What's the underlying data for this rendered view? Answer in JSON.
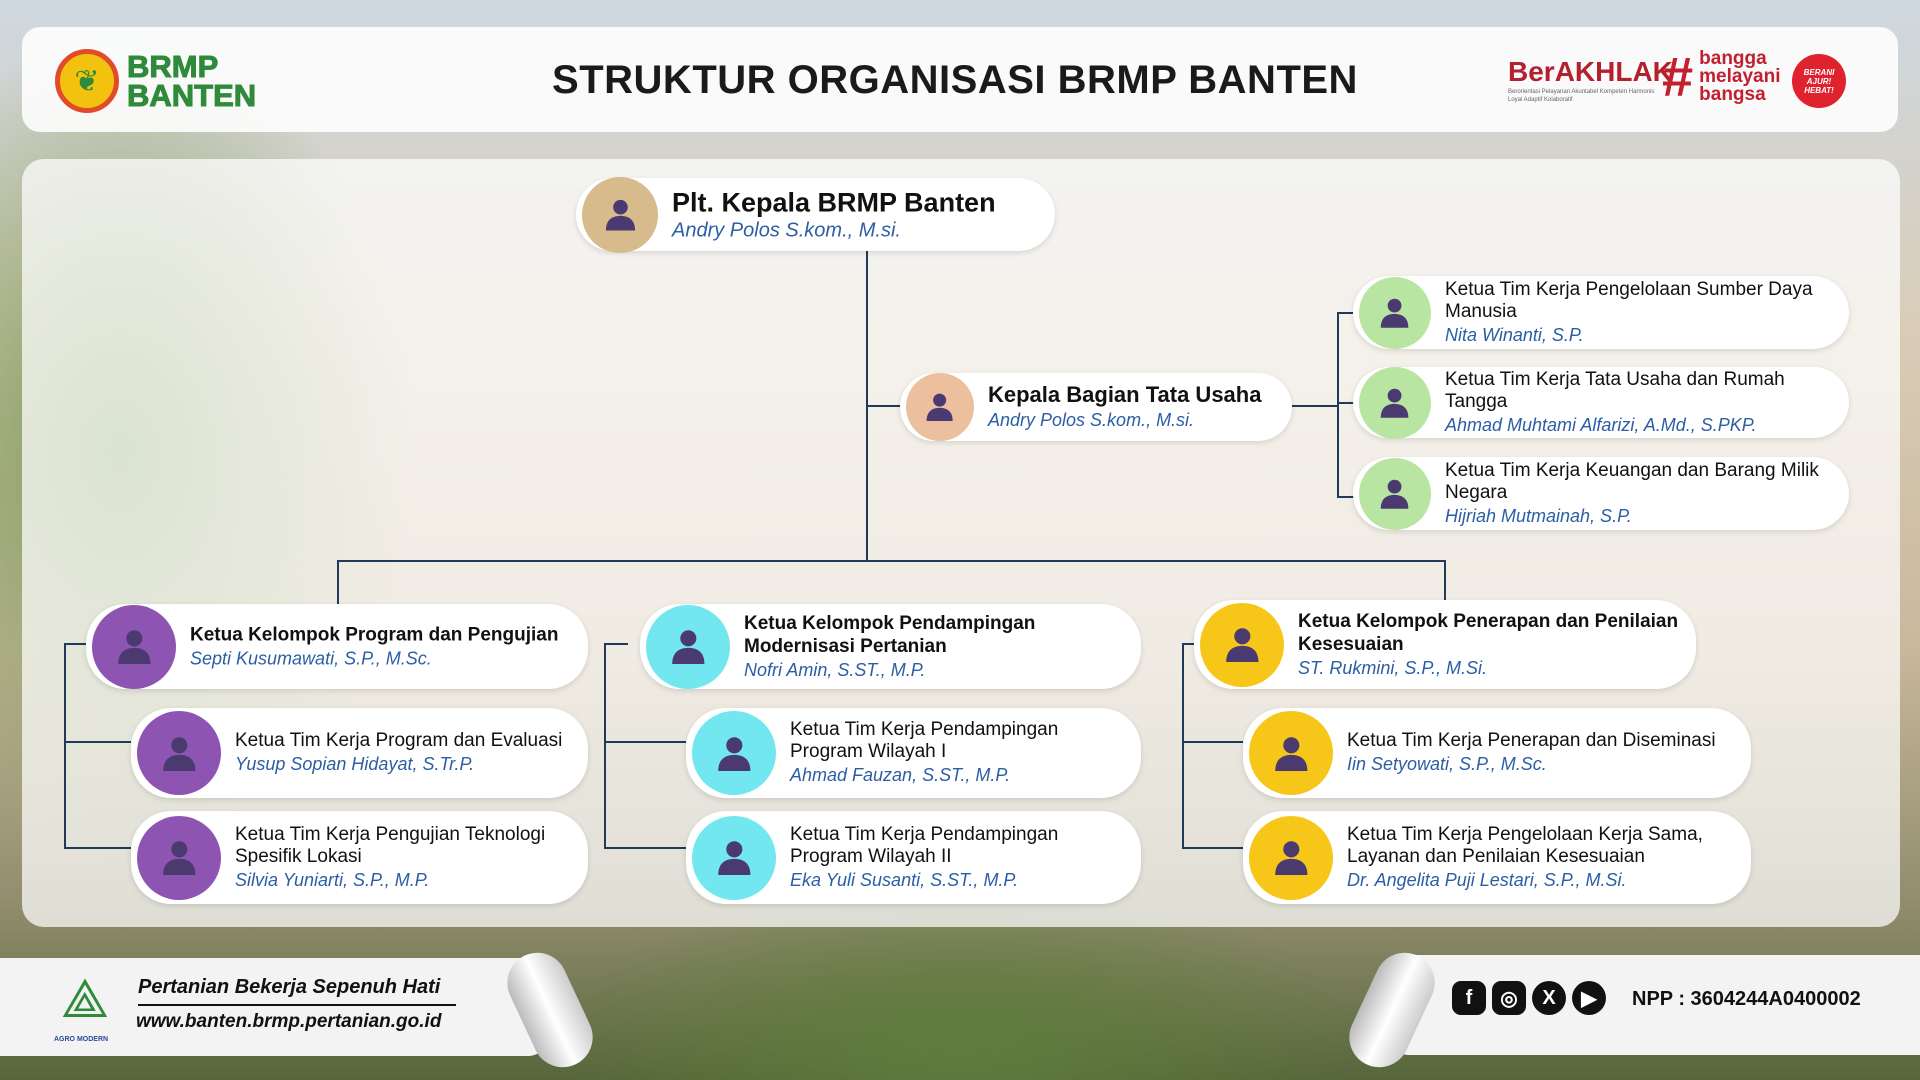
{
  "header": {
    "title": "STRUKTUR ORGANISASI BRMP BANTEN",
    "logo_line1": "BRMP",
    "logo_line2": "BANTEN",
    "berakhlak": "BerAKHLAK",
    "berakhlak_sub": "Berorientasi Pelayanan Akuntabel Kompeten Harmonis Loyal Adaptif Kolaboratif",
    "bangga": [
      "bangga",
      "melayani",
      "bangsa"
    ],
    "seal": "BERANI AJUR! HEBAT!"
  },
  "colors": {
    "tan": "#d8bb8c",
    "peach": "#ecbf9f",
    "green": "#b8e6a2",
    "purple": "#8d55b1",
    "cyan": "#72e7f0",
    "yellow": "#f6c619",
    "icon": "#4a3a6f",
    "line": "#213a57"
  },
  "org": {
    "head": {
      "role": "Plt. Kepala BRMP Banten",
      "name": "Andry Polos S.kom., M.si."
    },
    "tata_usaha": {
      "role": "Kepala Bagian Tata Usaha",
      "name": "Andry Polos S.kom., M.si."
    },
    "tu_teams": [
      {
        "role": "Ketua Tim Kerja Pengelolaan Sumber Daya Manusia",
        "name": "Nita Winanti, S.P."
      },
      {
        "role": "Ketua Tim Kerja Tata Usaha dan Rumah Tangga",
        "name": "Ahmad Muhtami Alfarizi, A.Md., S.PKP."
      },
      {
        "role": "Ketua Tim Kerja Keuangan dan Barang Milik Negara",
        "name": "Hijriah Mutmainah, S.P."
      }
    ],
    "groups": [
      {
        "role": "Ketua Kelompok Program dan Pengujian",
        "name": "Septi Kusumawati, S.P., M.Sc.",
        "teams": [
          {
            "role": "Ketua Tim Kerja Program dan Evaluasi",
            "name": "Yusup Sopian Hidayat, S.Tr.P."
          },
          {
            "role": "Ketua Tim Kerja Pengujian Teknologi Spesifik Lokasi",
            "name": "Silvia Yuniarti, S.P., M.P."
          }
        ]
      },
      {
        "role": "Ketua Kelompok Pendampingan Modernisasi Pertanian",
        "name": "Nofri Amin, S.ST., M.P.",
        "teams": [
          {
            "role": "Ketua Tim Kerja Pendampingan Program Wilayah I",
            "name": "Ahmad Fauzan, S.ST., M.P."
          },
          {
            "role": "Ketua Tim Kerja Pendampingan Program Wilayah II",
            "name": "Eka Yuli Susanti, S.ST., M.P."
          }
        ]
      },
      {
        "role": "Ketua Kelompok Penerapan dan Penilaian Kesesuaian",
        "name": "ST. Rukmini, S.P., M.Si.",
        "teams": [
          {
            "role": "Ketua Tim Kerja Penerapan dan Diseminasi",
            "name": "Iin Setyowati, S.P., M.Sc."
          },
          {
            "role": "Ketua Tim Kerja Pengelolaan Kerja Sama, Layanan dan Penilaian Kesesuaian",
            "name": "Dr. Angelita Puji Lestari, S.P., M.Si."
          }
        ]
      }
    ]
  },
  "footer": {
    "tagline": "Pertanian Bekerja Sepenuh Hati",
    "website": "www.banten.brmp.pertanian.go.id",
    "agro": "AGRO MODERN",
    "social": [
      "facebook-icon",
      "instagram-icon",
      "x-icon",
      "youtube-icon"
    ],
    "npp": "NPP : 3604244A0400002"
  }
}
